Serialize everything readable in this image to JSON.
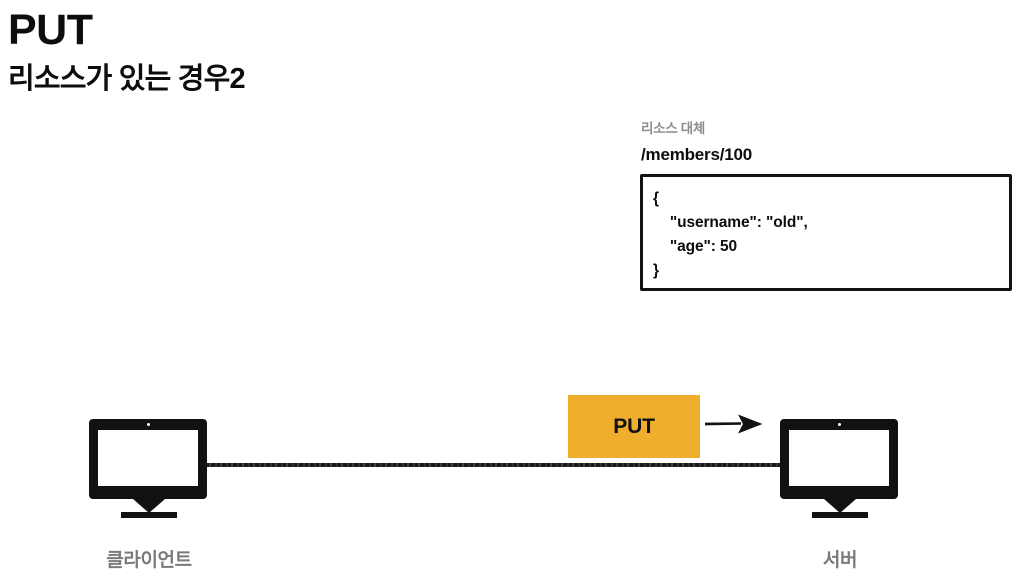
{
  "slide": {
    "title": "PUT",
    "subtitle": "리소스가 있는 경우2",
    "background_color": "#ffffff"
  },
  "resource_panel": {
    "caption": "리소스 대체",
    "path": "/members/100",
    "body": "{\n    \"username\": \"old\",\n    \"age\": 50\n}",
    "fields": [
      {
        "key": "username",
        "value": "old"
      },
      {
        "key": "age",
        "value": "50"
      }
    ],
    "border_color": "#121212"
  },
  "flow": {
    "method_label": "PUT",
    "method_chip_color": "#EFAE2B",
    "arrow_direction": "right",
    "arrow_color": "#111111",
    "wire_color": "#111111"
  },
  "nodes": {
    "client": {
      "label": "클라이언트",
      "icon": "desktop-monitor-icon"
    },
    "server": {
      "label": "서버",
      "icon": "desktop-monitor-icon"
    },
    "label_color": "#7a7a7a"
  }
}
